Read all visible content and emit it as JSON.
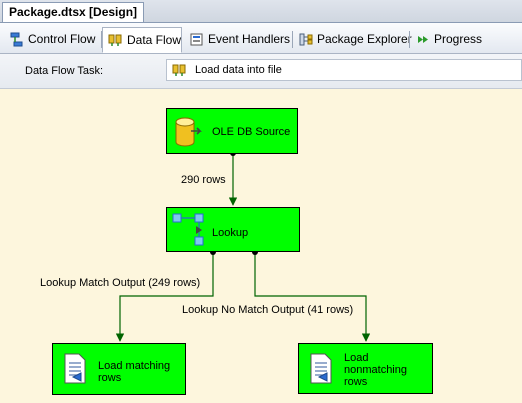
{
  "document_tab": {
    "title": "Package.dtsx [Design]"
  },
  "tabs": [
    {
      "label": "Control Flow",
      "icon": "control-flow-icon"
    },
    {
      "label": "Data Flow",
      "icon": "data-flow-icon",
      "active": true
    },
    {
      "label": "Event Handlers",
      "icon": "event-handlers-icon"
    },
    {
      "label": "Package Explorer",
      "icon": "package-explorer-icon"
    },
    {
      "label": "Progress",
      "icon": "progress-arrow-icon"
    }
  ],
  "task_selector": {
    "label": "Data Flow Task:",
    "value": "Load data into file",
    "icon": "data-flow-task-icon"
  },
  "components": {
    "source": {
      "label": "OLE DB Source",
      "icon": "database-cylinder-icon"
    },
    "lookup": {
      "label": "Lookup",
      "icon": "lookup-transform-icon"
    },
    "dest_match": {
      "label": "Load matching rows",
      "icon": "flat-file-destination-icon"
    },
    "dest_nomatch": {
      "label": "Load nonmatching rows",
      "icon": "flat-file-destination-icon"
    }
  },
  "paths": {
    "source_to_lookup": "290 rows",
    "match": "Lookup Match Output (249 rows)",
    "nomatch": "Lookup No Match Output (41 rows)"
  },
  "colors": {
    "component_fill": "#00ff00",
    "surface": "#fdf6dd",
    "path": "#006400"
  }
}
